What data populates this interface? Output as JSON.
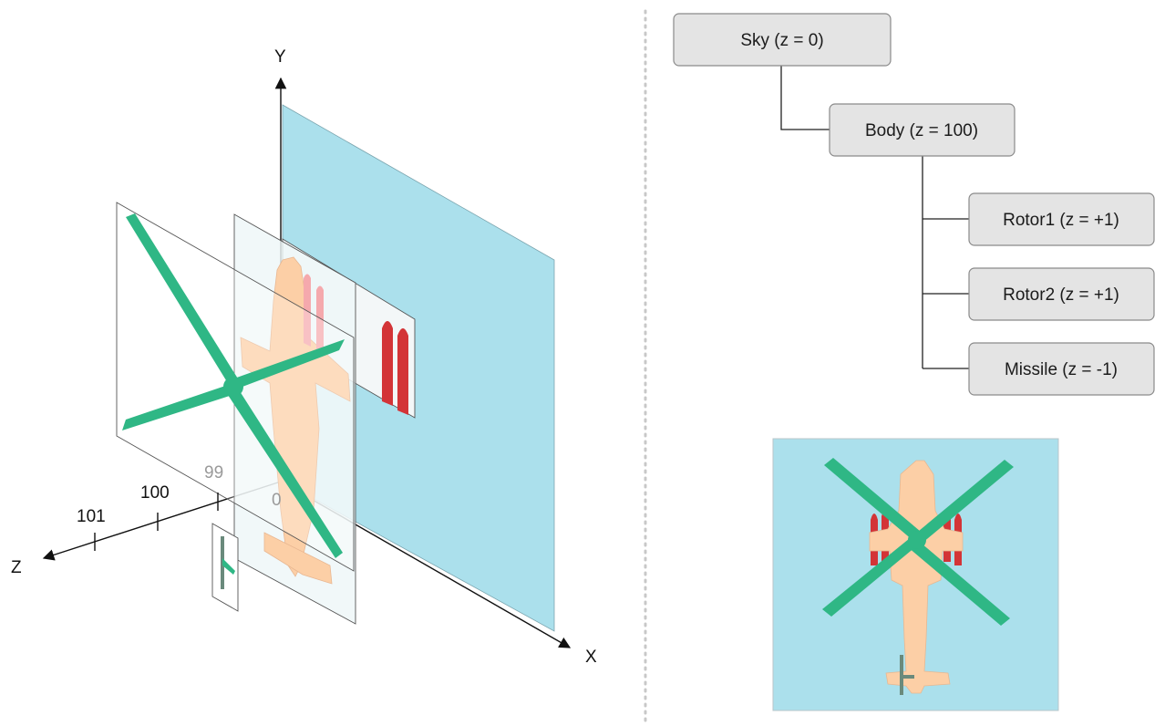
{
  "axes": {
    "y_label": "Y",
    "x_label": "X",
    "z_label": "Z",
    "ticks": [
      {
        "label": "101",
        "faint": false
      },
      {
        "label": "100",
        "faint": false
      },
      {
        "label": "99",
        "faint": true
      },
      {
        "label": "0",
        "faint": true
      }
    ]
  },
  "tree": {
    "sky": "Sky (z = 0)",
    "body": "Body (z = 100)",
    "rotor1": "Rotor1 (z = +1)",
    "rotor2": "Rotor2 (z = +1)",
    "missile": "Missile (z = -1)"
  },
  "colors": {
    "sky": "#abe0ec",
    "rotor": "#2fb785",
    "body": "#fccfa6",
    "missile": "#d33437",
    "tail_rotor": "#6a8a7c",
    "divider": "#c8c8c8",
    "node_fill": "#e4e4e4",
    "node_border": "#8a8a8a"
  }
}
